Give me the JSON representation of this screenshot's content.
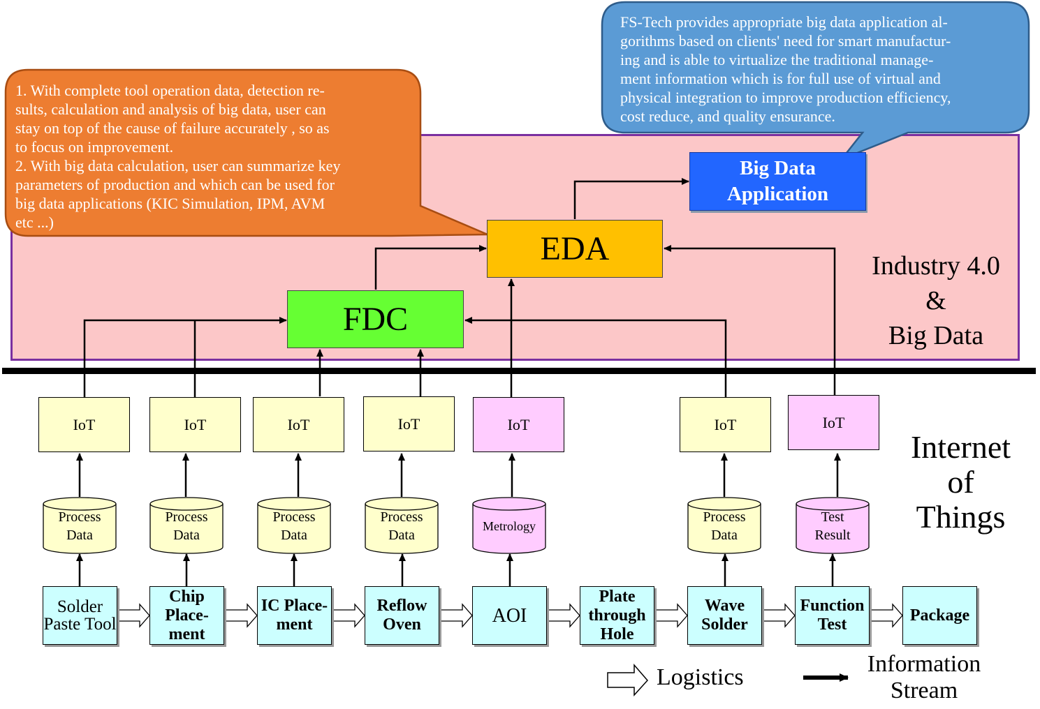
{
  "regions": {
    "industry_title": "Industry 4.0\n&\nBig Data",
    "iot_title": "Internet\nof\nThings"
  },
  "modules": {
    "fdc": "FDC",
    "eda": "EDA",
    "big_data": "Big Data Application"
  },
  "callouts": {
    "orange": "1. With complete tool operation data, detection re-\nsults, calculation and analysis of big data, user can\nstay on top of the cause of failure accurately , so as\nto focus on improvement.\n2. With big data calculation, user can summarize key\nparameters of production and which can be used for\nbig data applications (KIC Simulation, IPM, AVM\netc ...)",
    "blue": "FS-Tech provides appropriate big data application al-\ngorithms based on clients' need for smart manufactur-\ning and is able to virtualize the traditional manage-\nment information which is for full use of virtual and\nphysical integration to improve production efficiency,\ncost reduce, and quality ensurance.",
    "orange_color": "#ed7d31",
    "blue_color": "#5b9bd5"
  },
  "iot_nodes": [
    {
      "label": "IoT",
      "color": "yellow"
    },
    {
      "label": "IoT",
      "color": "yellow"
    },
    {
      "label": "IoT",
      "color": "yellow"
    },
    {
      "label": "IoT",
      "color": "yellow"
    },
    {
      "label": "IoT",
      "color": "pink"
    },
    {
      "label": "IoT",
      "color": "yellow"
    },
    {
      "label": "IoT",
      "color": "pink"
    }
  ],
  "databases": [
    {
      "label": "Process\nData",
      "color": "yellow"
    },
    {
      "label": "Process\nData",
      "color": "yellow"
    },
    {
      "label": "Process\nData",
      "color": "yellow"
    },
    {
      "label": "Process\nData",
      "color": "yellow"
    },
    {
      "label": "Metrology",
      "color": "pink"
    },
    {
      "label": "Process\nData",
      "color": "yellow"
    },
    {
      "label": "Test\nResult",
      "color": "pink"
    }
  ],
  "stations": [
    "Solder Paste Tool",
    "Chip Place-ment",
    "IC Place-ment",
    "Reflow Oven",
    "AOI",
    "Plate through Hole",
    "Wave Solder",
    "Function Test",
    "Package"
  ],
  "legend": {
    "logistics": "Logistics",
    "info_stream": "Information\nStream"
  },
  "colors": {
    "industry_bg": "#fcc7c8",
    "industry_border": "#7a2fa0",
    "fdc": "#66ff33",
    "eda": "#ffc000",
    "big_data": "#2266ff",
    "iot_yellow": "#ffffcc",
    "iot_pink": "#ffccff",
    "station": "#ccffff"
  }
}
